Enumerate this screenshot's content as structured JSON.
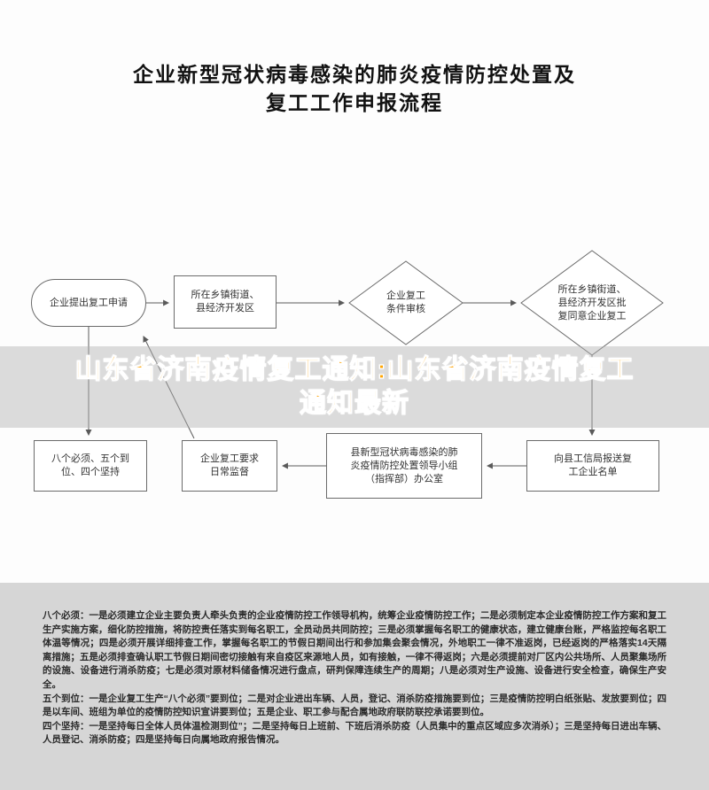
{
  "page": {
    "title_line1": "企业新型冠状病毒感染的肺炎疫情防控处置及",
    "title_line2": "复工工作申报流程"
  },
  "overlay": {
    "line1": "山东省济南疫情复工通知:山东省济南疫情复工",
    "line2": "通知最新",
    "color": "#ffa400"
  },
  "flowchart": {
    "node_apply": "企业提出复工申请",
    "node_township": "所在乡镇街道、县经济开发区",
    "node_review": "企业复工条件审核",
    "node_approve": "所在乡镇街道、县经济开发区批复同意企业复工",
    "node_report": "向县工信局报送复工企业名单",
    "node_office": "县新型冠状病毒感染的肺炎疫情防控处置领导小组（指挥部）办公室",
    "node_supervision": "企业复工要求日常监督",
    "node_requirements": "八个必须、五个到位、四个坚持"
  },
  "notes": {
    "paragraphs": [
      "八个必须：一是必须建立企业主要负责人牵头负责的企业疫情防控工作领导机构，统筹企业疫情防控工作；二是必须制定本企业疫情防控工作方案和复工生产实施方案，细化防控措施，将防控责任落实到每名职工，全员动员共同防控；三是必须掌握每名职工的健康状态，建立健康台账，严格监控每名职工体温等情况；四是必须开展详细排查工作，掌握每名职工的节假日期间出行和参加集会聚会情况，外地职工一律不准返岗，已经返岗的严格落实14天隔离措施；五是必须排查确认职工节假日期间密切接触有来自疫区来源地人员，如有接触，一律不得返岗；六是必须提前对厂区内公共场所、人员聚集场所的设施、设备进行消杀防疫；七是必须对原材料储备情况进行盘点，研判保障连续生产的周期；八是必须对生产设施、设备进行安全检查，确保生产安全。",
      "五个到位：一是企业复工生产“八个必须”要到位；二是对企业进出车辆、人员，登记、消杀防疫措施要到位；三是疫情防控明白纸张贴、发放要到位；四是以车间、班组为单位的疫情防控知识宣讲要到位；五是企业、职工参与配合属地政府联防联控承诺要到位。",
      "四个坚持：一是坚持每日全体人员体温检测到位”；二是坚持每日上班前、下班后消杀防疫（人员集中的重点区域应多次消杀）；三是坚持每日进出车辆、人员登记、消杀防疫；四是坚持每日向属地政府报告情况。"
    ]
  }
}
